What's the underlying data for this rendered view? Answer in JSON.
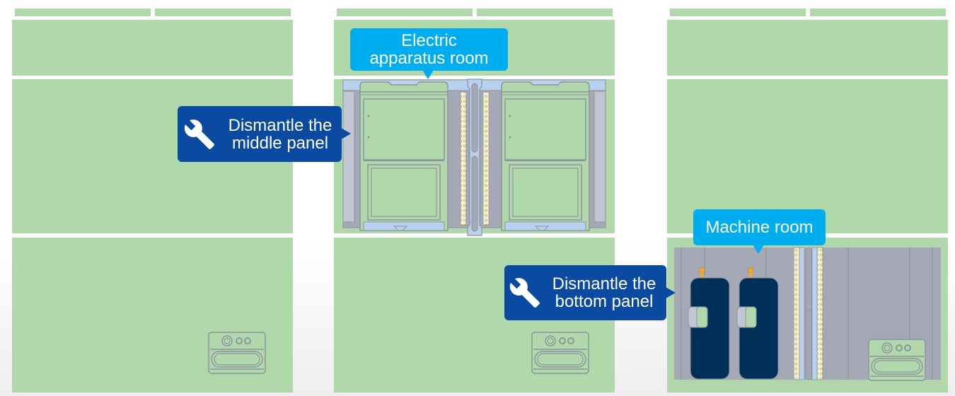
{
  "callouts": {
    "electric_room": "Electric apparatus room",
    "machine_room": "Machine room",
    "dismantle_middle": "Dismantle the middle panel",
    "dismantle_bottom": "Dismantle the bottom panel"
  },
  "icons": {
    "tool": "wrench-icon"
  },
  "colors": {
    "panel_green": "#b1d8ab",
    "callout_cyan": "#00aeef",
    "callout_navy": "#0a4aa0",
    "interior_gray": "#a4a9b5",
    "tank_navy": "#003057",
    "valve_orange": "#f5a623"
  }
}
